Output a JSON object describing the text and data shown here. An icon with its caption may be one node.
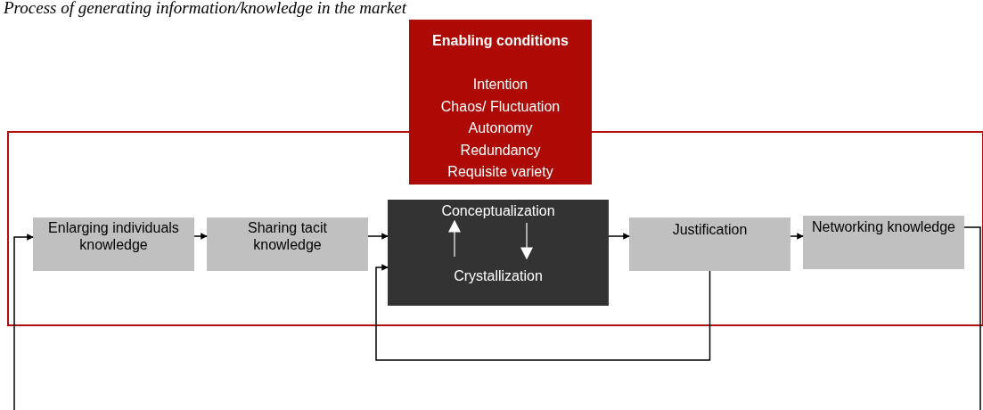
{
  "diagram": {
    "title": "Process of generating information/knowledge in the market",
    "nodes": [
      {
        "text": [],
        "shape": "box"
      },
      {
        "text": [
          "Enabling conditions",
          "Intention",
          "Chaos/ Fluctuation",
          "Autonomy",
          "Redundancy",
          "Requisite variety"
        ]
      },
      {
        "text": [
          "Enlarging individuals knowledge"
        ],
        "in": 0
      },
      {
        "text": [
          "Sharing tacit knowledge"
        ],
        "in": 0
      },
      {
        "text": [
          "Conceptualization",
          "Crystallization"
        ],
        "in": 0
      },
      {
        "text": [
          "Justification"
        ],
        "in": 0
      },
      {
        "text": [
          "Networking knowledge"
        ],
        "in": 0
      }
    ],
    "edges": [
      {
        "from": 2,
        "to": 3,
        "arrow": "to"
      },
      {
        "from": 3,
        "to": 4,
        "arrow": "to"
      },
      {
        "from": 4,
        "to": 5,
        "arrow": "to"
      },
      {
        "from": 5,
        "to": 6,
        "arrow": "to"
      },
      {
        "from": 5,
        "to": 4,
        "arrow": "to"
      },
      {
        "from": 6,
        "to": null,
        "arrow": "none"
      },
      {
        "from": null,
        "to": 2,
        "arrow": "to"
      }
    ]
  }
}
